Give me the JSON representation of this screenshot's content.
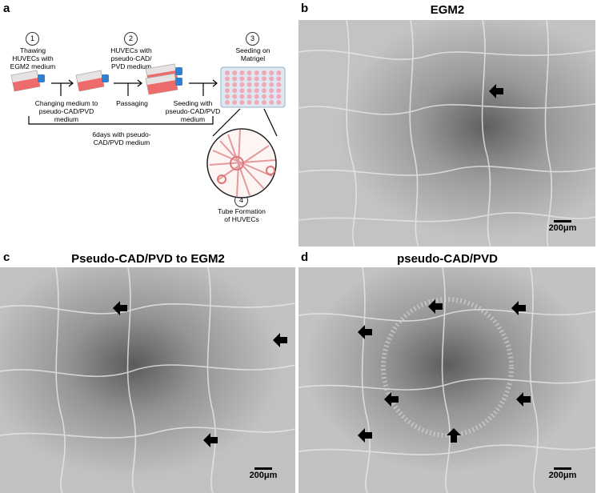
{
  "panel_a": {
    "letter": "a",
    "steps": [
      {
        "num": "1",
        "text": "Thawing HUVECs with EGM2 medium"
      },
      {
        "num": "2",
        "text": "HUVECs with pseudo-CAD/ PVD medium"
      },
      {
        "num": "3",
        "text": "Seeding on Matrigel"
      },
      {
        "num": "4",
        "text": "Tube Formation of HUVECs"
      }
    ],
    "transitions": [
      "Changing medium to pseudo-CAD/PVD medium",
      "Passaging",
      "Seeding with pseudo-CAD/PVD medium"
    ],
    "duration": "6days with pseudo-CAD/PVD medium"
  },
  "panel_b": {
    "letter": "b",
    "title": "EGM2",
    "scale": "200μm"
  },
  "panel_c": {
    "letter": "c",
    "title": "Pseudo-CAD/PVD to EGM2",
    "scale": "200μm"
  },
  "panel_d": {
    "letter": "d",
    "title": "pseudo-CAD/PVD",
    "scale": "200μm"
  }
}
